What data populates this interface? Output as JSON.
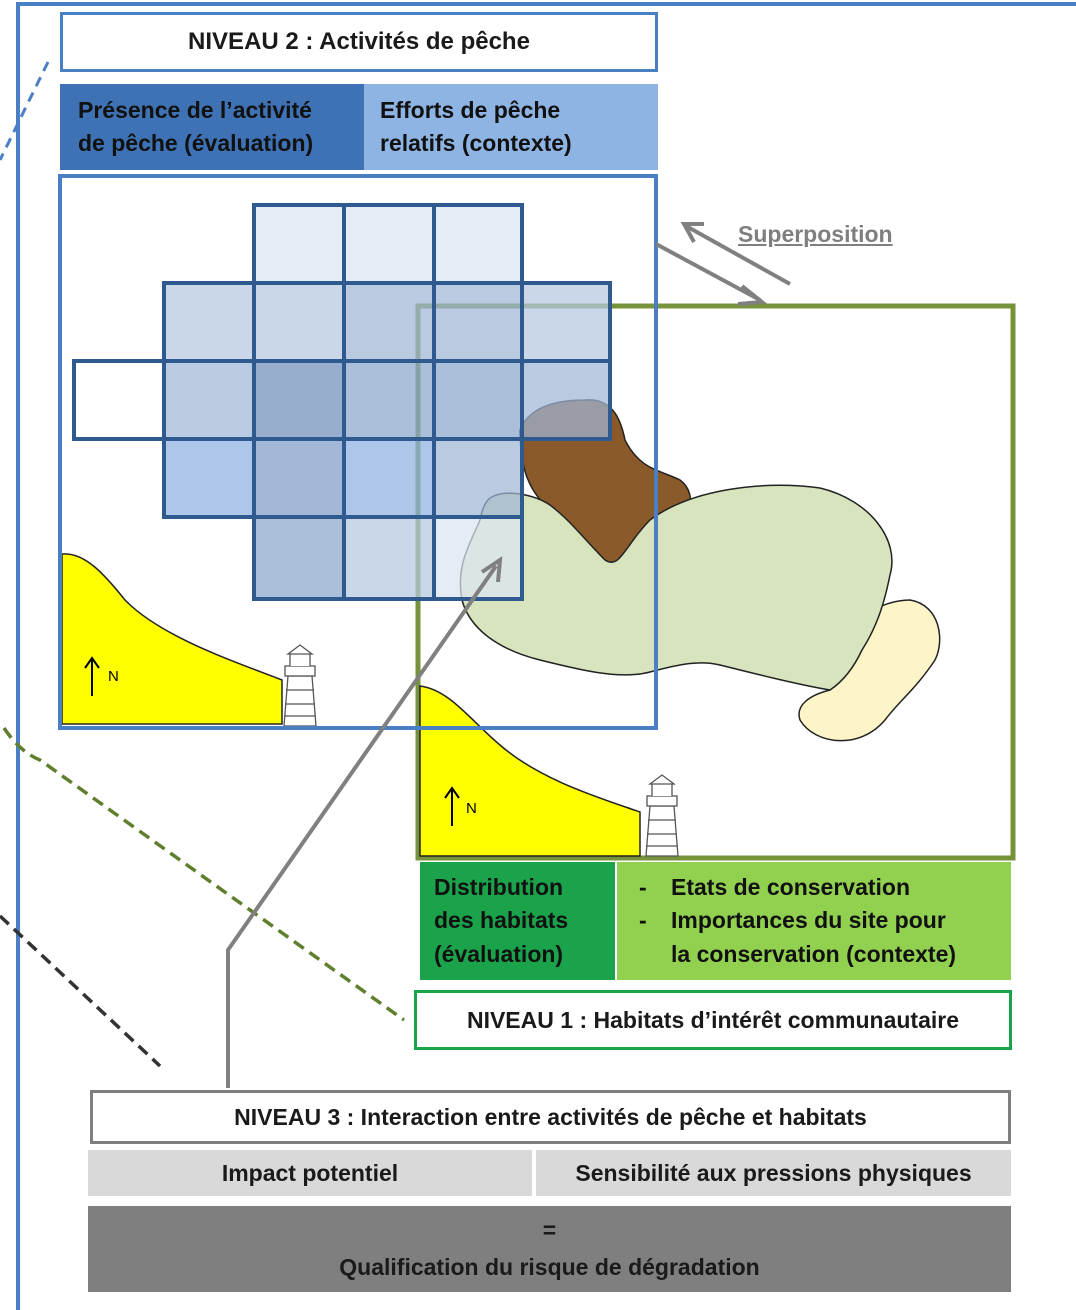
{
  "niveau2": {
    "title": "NIVEAU 2 : Activités de pêche",
    "presence_line1": "Présence de l’activité",
    "presence_line2": "de pêche (évaluation)",
    "effort_line1": "Efforts de pêche",
    "effort_line2": "relatifs (contexte)"
  },
  "superposition": "Superposition",
  "north_label": "N",
  "niveau1": {
    "title": "NIVEAU 1 : Habitats d’intérêt communautaire",
    "distribution_line1": "Distribution",
    "distribution_line2": "des habitats",
    "distribution_line3": "(évaluation)",
    "conservation_item1": "Etats de conservation",
    "conservation_item2_line1": "Importances du site pour",
    "conservation_item2_line2": "la conservation (contexte)"
  },
  "niveau3": {
    "title": "NIVEAU 3 : Interaction entre activités de pêche et habitats",
    "impact": "Impact potentiel",
    "sensitivity": "Sensibilité aux pressions physiques",
    "equals": "=",
    "result": "Qualification du risque de dégradation"
  },
  "colors": {
    "outer_frame": "#4a7fc4",
    "fishing_frame": "#4a7fc4",
    "grid_stroke": "#2f5a8f",
    "habitat_frame": "#76933c",
    "coast_yellow": "#ffff00",
    "brown_habitat": "#8b5a2b",
    "green_habitat": "#d7e4bd",
    "cream_habitat": "#fdf5c8",
    "arrow_gray": "#808080",
    "niveau3_gray": "#7f7f7f"
  }
}
